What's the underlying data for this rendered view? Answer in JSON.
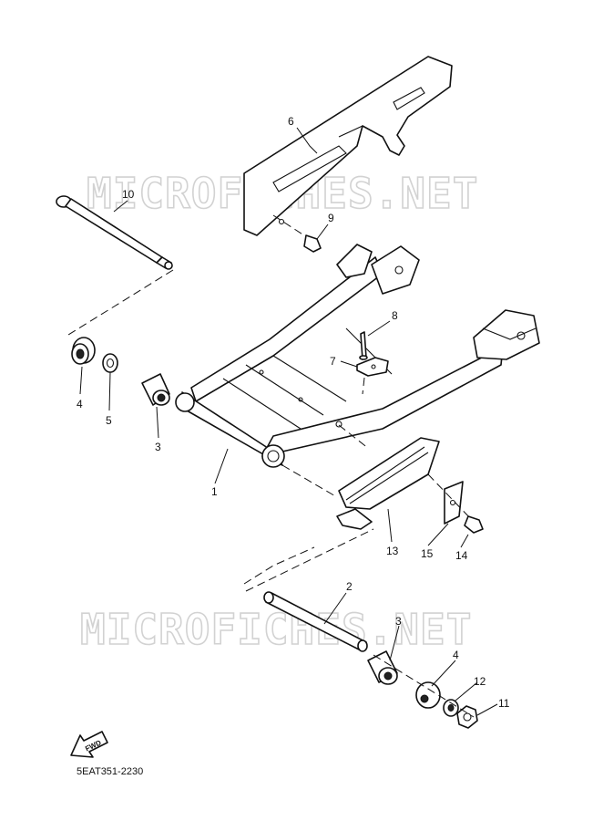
{
  "watermark": "MICROFICHES.NET",
  "diagram_code": "5EAT351-2230",
  "fwd_label": "FWD",
  "callouts": {
    "c1": "1",
    "c2": "2",
    "c3a": "3",
    "c3b": "3",
    "c4a": "4",
    "c4b": "4",
    "c5": "5",
    "c6": "6",
    "c7": "7",
    "c8": "8",
    "c9": "9",
    "c10": "10",
    "c11": "11",
    "c12": "12",
    "c13": "13",
    "c14": "14",
    "c15": "15"
  }
}
